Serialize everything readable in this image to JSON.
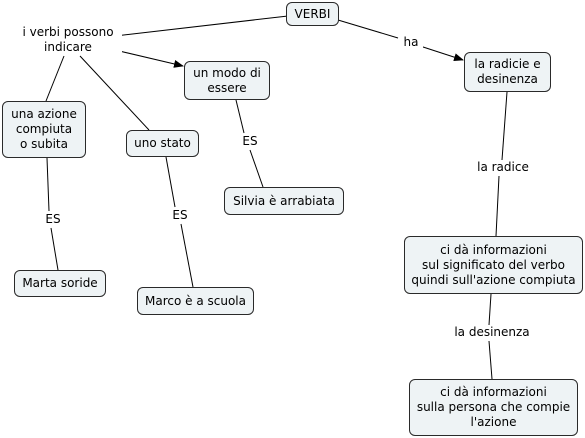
{
  "nodes": {
    "verbi": "VERBI",
    "radice_desinenza": "la radicie e\ndesinenza",
    "modo_essere": "un modo di\nessere",
    "azione": "una azione\ncompiuta\no subita",
    "stato": "uno stato",
    "silvia": "Silvia è arrabiata",
    "marta": "Marta soride",
    "marco": "Marco è a scuola",
    "info_significato": "ci dà informazioni\nsul significato del verbo\nquindi sull'azione compiuta",
    "info_persona": "ci dà informazioni\nsulla persona che compie\nl'azione"
  },
  "labels": {
    "possono_indicare": "i verbi possono\nindicare",
    "ha": "ha",
    "es_silvia": "ES",
    "es_marta": "ES",
    "es_marco": "ES",
    "la_radice": "la radice",
    "la_desinenza": "la desinenza"
  }
}
